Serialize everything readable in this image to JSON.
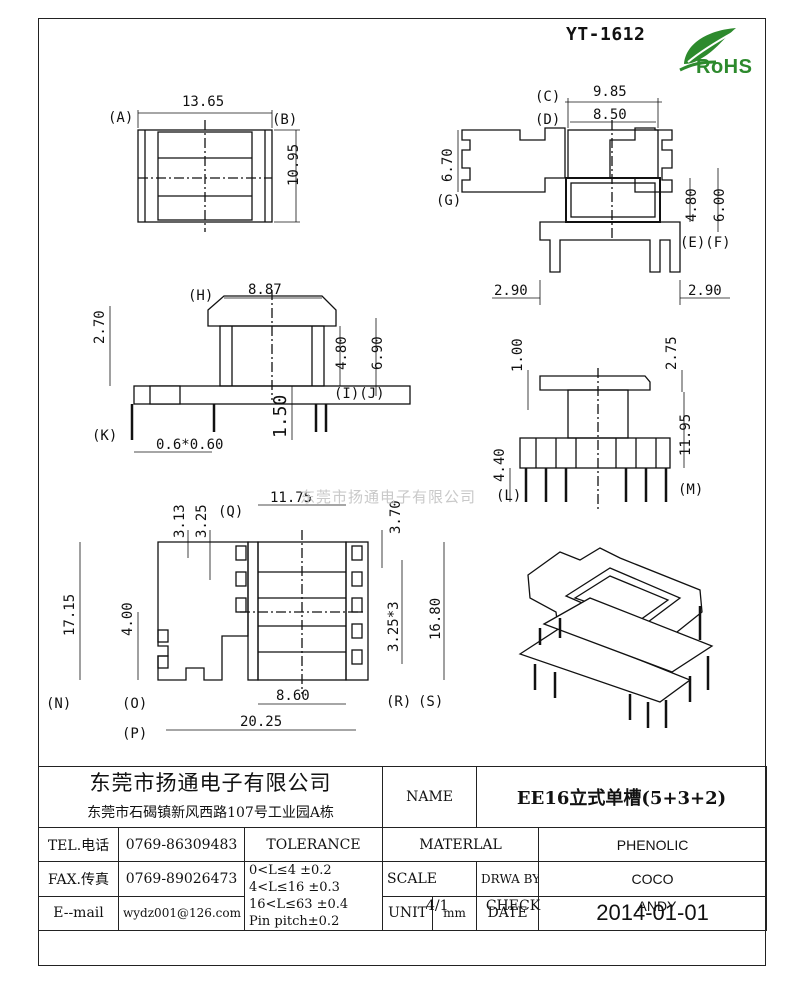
{
  "header": {
    "model": "YT-1612",
    "rohs_label": "RoHS",
    "watermark": "东莞市扬通电子有限公司"
  },
  "views": {
    "top": {
      "labels": [
        "(A)",
        "(B)"
      ],
      "dims": [
        "13.65",
        "10.95"
      ]
    },
    "front_right": {
      "labels": [
        "(C)",
        "(D)",
        "(G)",
        "(E)(F)"
      ],
      "dims": [
        "9.85",
        "8.50",
        "6.70",
        "4.80",
        "6.00",
        "2.90",
        "2.90"
      ]
    },
    "side": {
      "labels": [
        "(H)",
        "(I)(J)",
        "(K)"
      ],
      "dims": [
        "8.87",
        "2.70",
        "4.80",
        "6.90",
        "1.50",
        "0.6*0.60"
      ]
    },
    "elevation": {
      "labels": [
        "(L)",
        "(M)"
      ],
      "dims": [
        "1.00",
        "2.75",
        "11.95",
        "4.40"
      ]
    },
    "bottom": {
      "labels": [
        "(Q)",
        "(N)",
        "(O)",
        "(P)",
        "(R)",
        "(S)"
      ],
      "dims": [
        "3.13",
        "3.25",
        "11.75",
        "3.70",
        "17.15",
        "4.00",
        "16.80",
        "3.25*3",
        "8.60",
        "20.25"
      ]
    }
  },
  "title_block": {
    "company": "东莞市扬通电子有限公司",
    "address": "东莞市石碣镇新风西路107号工业园A栋",
    "name_label": "NAME",
    "name_value": "EE16立式单槽(5+3+2)",
    "tel_label": "TEL.电话",
    "tel_value": "0769-86309483",
    "tolerance_label": "TOLERANCE",
    "material_label": "MATERLAL",
    "material_value": "PHENOLIC",
    "fax_label": "FAX.传真",
    "fax_value": "0769-89026473",
    "tolerance_lines": [
      "0<L≤4   ±0.2",
      "4<L≤16  ±0.3",
      "16<L≤63 ±0.4",
      "Pin pitch±0.2"
    ],
    "scale_label": "SCALE",
    "scale_value": "4/1",
    "drawn_by_label": "DRWA BY",
    "drawn_by_value": "COCO",
    "check_label": "CHECK",
    "check_value": "ANDY",
    "email_label": "E--mail",
    "email_value": "wydz001@126.com",
    "unit_label": "UNIT",
    "unit_value": "mm",
    "date_label": "DATE",
    "date_value": "2014-01-01"
  }
}
